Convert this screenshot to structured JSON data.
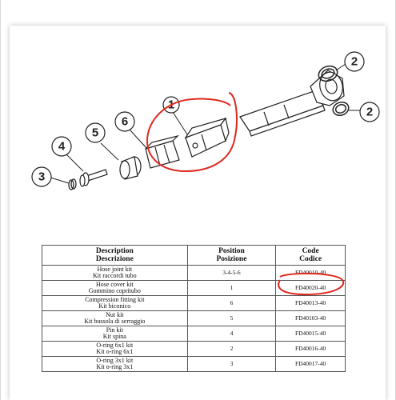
{
  "callouts": [
    "1",
    "2",
    "2",
    "3",
    "4",
    "5",
    "6"
  ],
  "table": {
    "headers": {
      "description": [
        "Description",
        "Descrizione"
      ],
      "position": [
        "Position",
        "Posizione"
      ],
      "code": [
        "Code",
        "Codice"
      ]
    },
    "rows": [
      {
        "description": [
          "Hose joint kit",
          "Kit raccordi tubo"
        ],
        "position": "3-4-5-6",
        "code": "FD40010-40"
      },
      {
        "description": [
          "Hose cover kit",
          "Gommino copritubo"
        ],
        "position": "1",
        "code": "FD40020-40"
      },
      {
        "description": [
          "Compression fitting kit",
          "Kit biconico"
        ],
        "position": "6",
        "code": "FD40013-40"
      },
      {
        "description": [
          "Nut kit",
          "Kit bussola di serraggio"
        ],
        "position": "5",
        "code": "FD40103-40"
      },
      {
        "description": [
          "Pin kit",
          "Kit spina"
        ],
        "position": "4",
        "code": "FD40015-40"
      },
      {
        "description": [
          "O-ring 6x1 kit",
          "Kit o-ring 6x1"
        ],
        "position": "2",
        "code": "FD40016-40"
      },
      {
        "description": [
          "O-ring 3x1 kit",
          "Kit o-ring 3x1"
        ],
        "position": "3",
        "code": "FD40017-40"
      }
    ]
  },
  "annotation_color": "#e0281e"
}
